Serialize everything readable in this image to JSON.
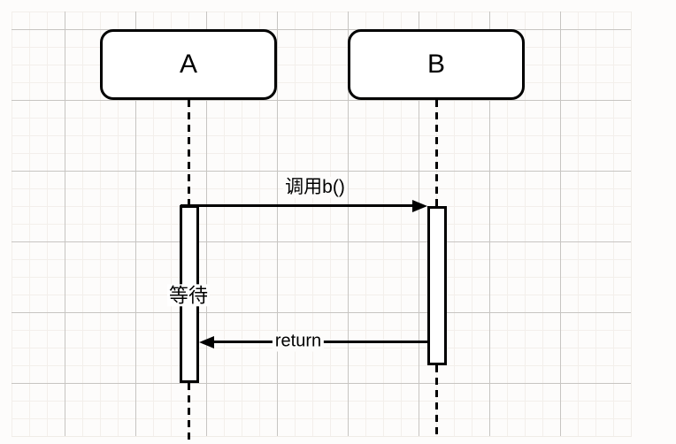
{
  "diagram": {
    "kind": "uml-sequence",
    "participants": [
      {
        "label": "A"
      },
      {
        "label": "B"
      }
    ],
    "messages": [
      {
        "label": "调用b()",
        "from": "A",
        "to": "B",
        "direction": "right",
        "line": "solid",
        "arrowhead": "filled-triangle"
      },
      {
        "label": "return",
        "from": "B",
        "to": "A",
        "direction": "left",
        "line": "solid",
        "arrowhead": "filled-triangle"
      }
    ],
    "notes": [
      {
        "label": "等待",
        "attached_to": "A-activation"
      }
    ]
  },
  "colors": {
    "canvas_background": "#fdfcfb",
    "grid_minor": "#f3efeb",
    "grid_major": "#c7c5c2",
    "stroke": "#000000",
    "shape_fill": "#ffffff",
    "text": "#000000"
  }
}
